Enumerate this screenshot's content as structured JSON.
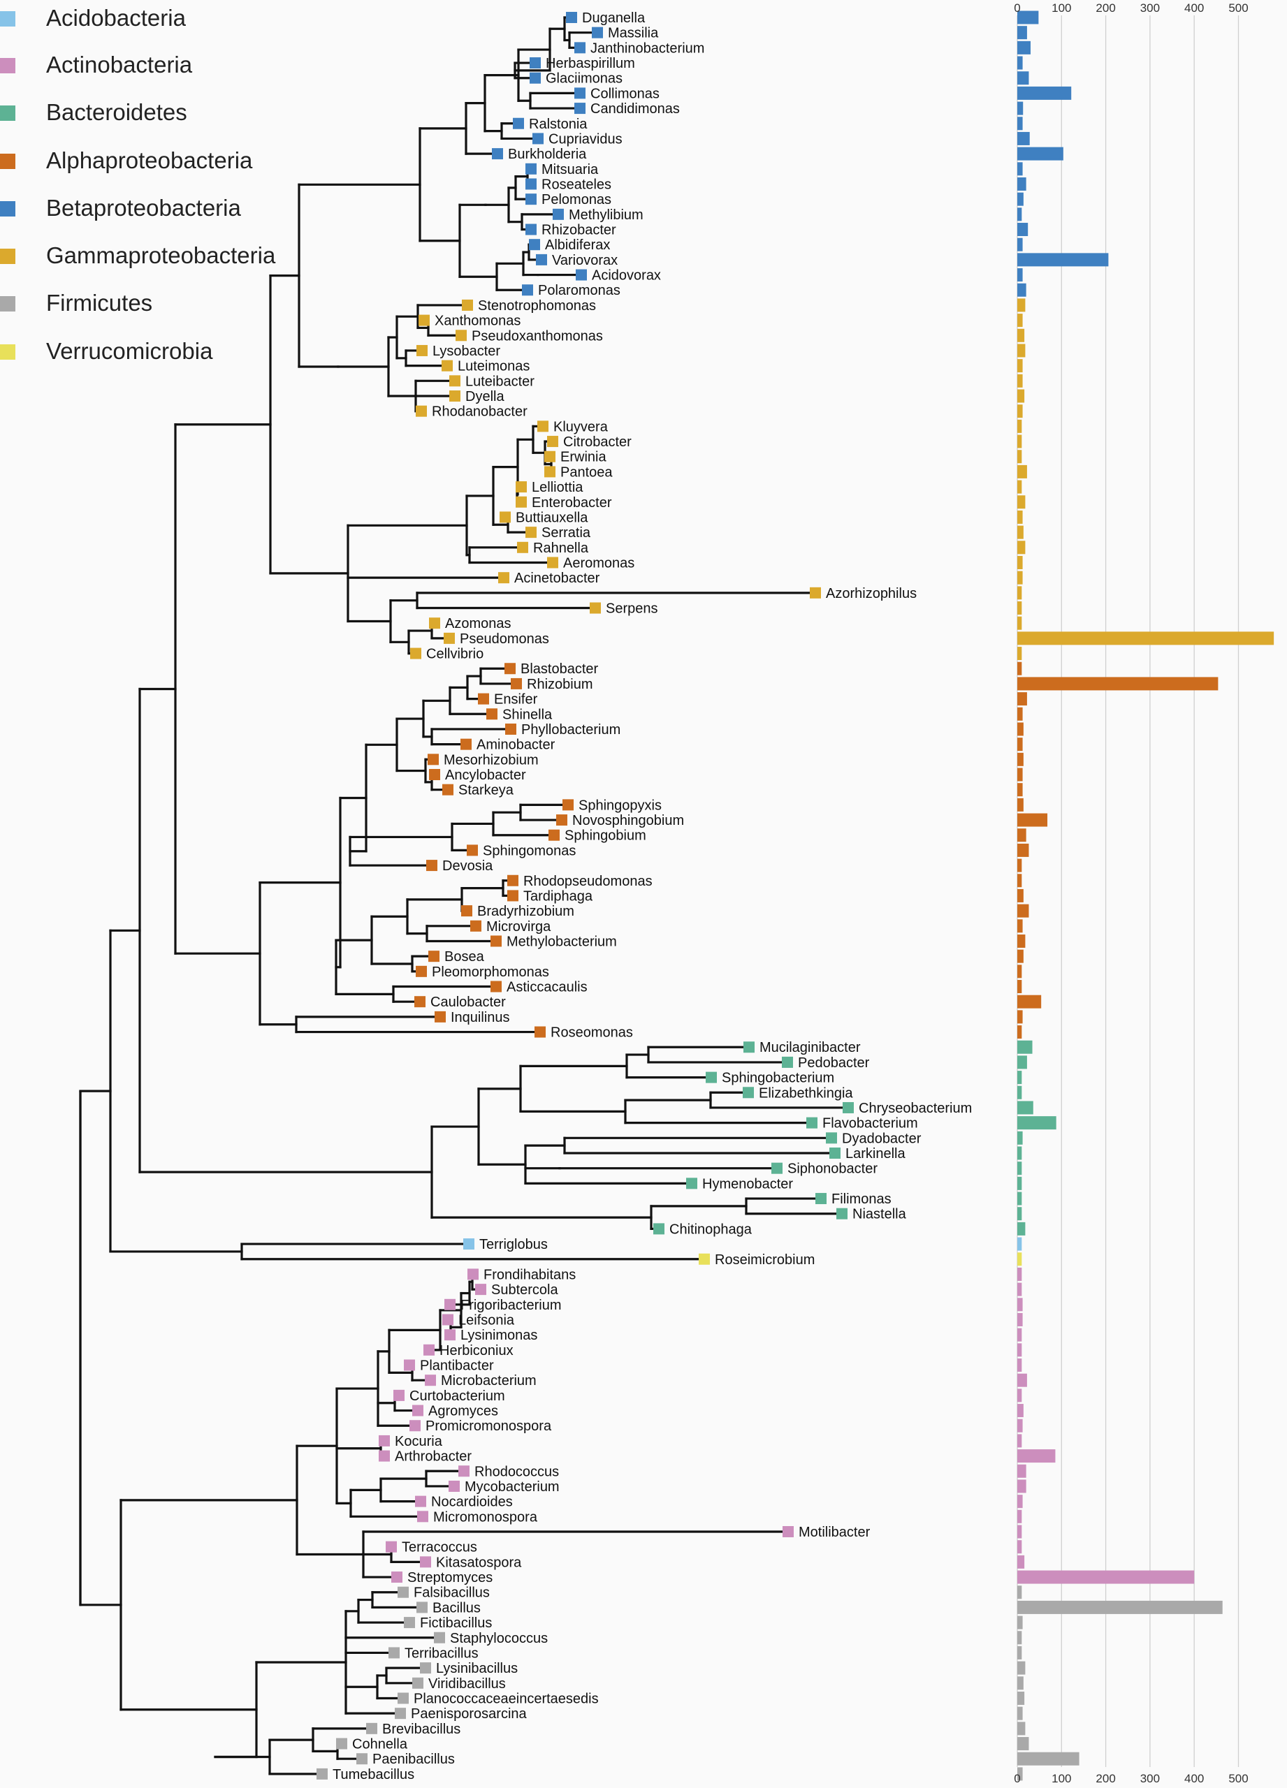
{
  "colors": {
    "Acidobacteria": "#86c3e8",
    "Actinobacteria": "#cc8ebd",
    "Bacteroidetes": "#5db294",
    "Alphaproteobacteria": "#cc6c1e",
    "Betaproteobacteria": "#3f80c1",
    "Gammaproteobacteria": "#dba92d",
    "Firmicutes": "#a9a9a9",
    "Verrucomicrobia": "#e8e05a"
  },
  "legend": [
    {
      "label": "Acidobacteria",
      "color": "#86c3e8"
    },
    {
      "label": "Actinobacteria",
      "color": "#cc8ebd"
    },
    {
      "label": "Bacteroidetes",
      "color": "#5db294"
    },
    {
      "label": "Alphaproteobacteria",
      "color": "#cc6c1e"
    },
    {
      "label": "Betaproteobacteria",
      "color": "#3f80c1"
    },
    {
      "label": "Gammaproteobacteria",
      "color": "#dba92d"
    },
    {
      "label": "Firmicutes",
      "color": "#a9a9a9"
    },
    {
      "label": "Verrucomicrobia",
      "color": "#e8e05a"
    }
  ],
  "chart_data": {
    "type": "bar",
    "orientation": "horizontal",
    "xlim": [
      0,
      580
    ],
    "xticks": [
      0,
      100,
      200,
      300,
      400,
      500
    ],
    "grid": true,
    "axis_positions": [
      "top",
      "bottom"
    ],
    "legend_placement": "top-left",
    "categories": [
      {
        "name": "Duganella",
        "group": "Betaproteobacteria",
        "value": 48
      },
      {
        "name": "Massilia",
        "group": "Betaproteobacteria",
        "value": 22
      },
      {
        "name": "Janthinobacterium",
        "group": "Betaproteobacteria",
        "value": 30
      },
      {
        "name": "Herbaspirillum",
        "group": "Betaproteobacteria",
        "value": 12
      },
      {
        "name": "Glaciimonas",
        "group": "Betaproteobacteria",
        "value": 26
      },
      {
        "name": "Collimonas",
        "group": "Betaproteobacteria",
        "value": 122
      },
      {
        "name": "Candidimonas",
        "group": "Betaproteobacteria",
        "value": 13
      },
      {
        "name": "Ralstonia",
        "group": "Betaproteobacteria",
        "value": 12
      },
      {
        "name": "Cupriavidus",
        "group": "Betaproteobacteria",
        "value": 28
      },
      {
        "name": "Burkholderia",
        "group": "Betaproteobacteria",
        "value": 104
      },
      {
        "name": "Mitsuaria",
        "group": "Betaproteobacteria",
        "value": 12
      },
      {
        "name": "Roseateles",
        "group": "Betaproteobacteria",
        "value": 20
      },
      {
        "name": "Pelomonas",
        "group": "Betaproteobacteria",
        "value": 14
      },
      {
        "name": "Methylibium",
        "group": "Betaproteobacteria",
        "value": 10
      },
      {
        "name": "Rhizobacter",
        "group": "Betaproteobacteria",
        "value": 24
      },
      {
        "name": "Albidiferax",
        "group": "Betaproteobacteria",
        "value": 12
      },
      {
        "name": "Variovorax",
        "group": "Betaproteobacteria",
        "value": 206
      },
      {
        "name": "Acidovorax",
        "group": "Betaproteobacteria",
        "value": 12
      },
      {
        "name": "Polaromonas",
        "group": "Betaproteobacteria",
        "value": 20
      },
      {
        "name": "Stenotrophomonas",
        "group": "Gammaproteobacteria",
        "value": 18
      },
      {
        "name": "Xanthomonas",
        "group": "Gammaproteobacteria",
        "value": 12
      },
      {
        "name": "Pseudoxanthomonas",
        "group": "Gammaproteobacteria",
        "value": 16
      },
      {
        "name": "Lysobacter",
        "group": "Gammaproteobacteria",
        "value": 18
      },
      {
        "name": "Luteimonas",
        "group": "Gammaproteobacteria",
        "value": 12
      },
      {
        "name": "Luteibacter",
        "group": "Gammaproteobacteria",
        "value": 12
      },
      {
        "name": "Dyella",
        "group": "Gammaproteobacteria",
        "value": 16
      },
      {
        "name": "Rhodanobacter",
        "group": "Gammaproteobacteria",
        "value": 12
      },
      {
        "name": "Kluyvera",
        "group": "Gammaproteobacteria",
        "value": 10
      },
      {
        "name": "Citrobacter",
        "group": "Gammaproteobacteria",
        "value": 10
      },
      {
        "name": "Erwinia",
        "group": "Gammaproteobacteria",
        "value": 10
      },
      {
        "name": "Pantoea",
        "group": "Gammaproteobacteria",
        "value": 22
      },
      {
        "name": "Lelliottia",
        "group": "Gammaproteobacteria",
        "value": 10
      },
      {
        "name": "Enterobacter",
        "group": "Gammaproteobacteria",
        "value": 18
      },
      {
        "name": "Buttiauxella",
        "group": "Gammaproteobacteria",
        "value": 12
      },
      {
        "name": "Serratia",
        "group": "Gammaproteobacteria",
        "value": 14
      },
      {
        "name": "Rahnella",
        "group": "Gammaproteobacteria",
        "value": 18
      },
      {
        "name": "Aeromonas",
        "group": "Gammaproteobacteria",
        "value": 12
      },
      {
        "name": "Acinetobacter",
        "group": "Gammaproteobacteria",
        "value": 12
      },
      {
        "name": "Azorhizophilus",
        "group": "Gammaproteobacteria",
        "value": 10
      },
      {
        "name": "Serpens",
        "group": "Gammaproteobacteria",
        "value": 10
      },
      {
        "name": "Azomonas",
        "group": "Gammaproteobacteria",
        "value": 10
      },
      {
        "name": "Pseudomonas",
        "group": "Gammaproteobacteria",
        "value": 580
      },
      {
        "name": "Cellvibrio",
        "group": "Gammaproteobacteria",
        "value": 10
      },
      {
        "name": "Blastobacter",
        "group": "Alphaproteobacteria",
        "value": 10
      },
      {
        "name": "Rhizobium",
        "group": "Alphaproteobacteria",
        "value": 454
      },
      {
        "name": "Ensifer",
        "group": "Alphaproteobacteria",
        "value": 22
      },
      {
        "name": "Shinella",
        "group": "Alphaproteobacteria",
        "value": 12
      },
      {
        "name": "Phyllobacterium",
        "group": "Alphaproteobacteria",
        "value": 14
      },
      {
        "name": "Aminobacter",
        "group": "Alphaproteobacteria",
        "value": 12
      },
      {
        "name": "Mesorhizobium",
        "group": "Alphaproteobacteria",
        "value": 14
      },
      {
        "name": "Ancylobacter",
        "group": "Alphaproteobacteria",
        "value": 12
      },
      {
        "name": "Starkeya",
        "group": "Alphaproteobacteria",
        "value": 12
      },
      {
        "name": "Sphingopyxis",
        "group": "Alphaproteobacteria",
        "value": 14
      },
      {
        "name": "Novosphingobium",
        "group": "Alphaproteobacteria",
        "value": 68
      },
      {
        "name": "Sphingobium",
        "group": "Alphaproteobacteria",
        "value": 20
      },
      {
        "name": "Sphingomonas",
        "group": "Alphaproteobacteria",
        "value": 26
      },
      {
        "name": "Devosia",
        "group": "Alphaproteobacteria",
        "value": 10
      },
      {
        "name": "Rhodopseudomonas",
        "group": "Alphaproteobacteria",
        "value": 10
      },
      {
        "name": "Tardiphaga",
        "group": "Alphaproteobacteria",
        "value": 14
      },
      {
        "name": "Bradyrhizobium",
        "group": "Alphaproteobacteria",
        "value": 26
      },
      {
        "name": "Microvirga",
        "group": "Alphaproteobacteria",
        "value": 12
      },
      {
        "name": "Methylobacterium",
        "group": "Alphaproteobacteria",
        "value": 18
      },
      {
        "name": "Bosea",
        "group": "Alphaproteobacteria",
        "value": 14
      },
      {
        "name": "Pleomorphomonas",
        "group": "Alphaproteobacteria",
        "value": 10
      },
      {
        "name": "Asticcacaulis",
        "group": "Alphaproteobacteria",
        "value": 10
      },
      {
        "name": "Caulobacter",
        "group": "Alphaproteobacteria",
        "value": 54
      },
      {
        "name": "Inquilinus",
        "group": "Alphaproteobacteria",
        "value": 12
      },
      {
        "name": "Roseomonas",
        "group": "Alphaproteobacteria",
        "value": 10
      },
      {
        "name": "Mucilaginibacter",
        "group": "Bacteroidetes",
        "value": 34
      },
      {
        "name": "Pedobacter",
        "group": "Bacteroidetes",
        "value": 22
      },
      {
        "name": "Sphingobacterium",
        "group": "Bacteroidetes",
        "value": 10
      },
      {
        "name": "Elizabethkingia",
        "group": "Bacteroidetes",
        "value": 10
      },
      {
        "name": "Chryseobacterium",
        "group": "Bacteroidetes",
        "value": 36
      },
      {
        "name": "Flavobacterium",
        "group": "Bacteroidetes",
        "value": 88
      },
      {
        "name": "Dyadobacter",
        "group": "Bacteroidetes",
        "value": 12
      },
      {
        "name": "Larkinella",
        "group": "Bacteroidetes",
        "value": 10
      },
      {
        "name": "Siphonobacter",
        "group": "Bacteroidetes",
        "value": 10
      },
      {
        "name": "Hymenobacter",
        "group": "Bacteroidetes",
        "value": 10
      },
      {
        "name": "Filimonas",
        "group": "Bacteroidetes",
        "value": 10
      },
      {
        "name": "Niastella",
        "group": "Bacteroidetes",
        "value": 10
      },
      {
        "name": "Chitinophaga",
        "group": "Bacteroidetes",
        "value": 18
      },
      {
        "name": "Terriglobus",
        "group": "Acidobacteria",
        "value": 10
      },
      {
        "name": "Roseimicrobium",
        "group": "Verrucomicrobia",
        "value": 10
      },
      {
        "name": "Frondihabitans",
        "group": "Actinobacteria",
        "value": 10
      },
      {
        "name": "Subtercola",
        "group": "Actinobacteria",
        "value": 10
      },
      {
        "name": "Frigoribacterium",
        "group": "Actinobacteria",
        "value": 12
      },
      {
        "name": "Leifsonia",
        "group": "Actinobacteria",
        "value": 12
      },
      {
        "name": "Lysinimonas",
        "group": "Actinobacteria",
        "value": 10
      },
      {
        "name": "Herbiconiux",
        "group": "Actinobacteria",
        "value": 10
      },
      {
        "name": "Plantibacter",
        "group": "Actinobacteria",
        "value": 10
      },
      {
        "name": "Microbacterium",
        "group": "Actinobacteria",
        "value": 22
      },
      {
        "name": "Curtobacterium",
        "group": "Actinobacteria",
        "value": 10
      },
      {
        "name": "Agromyces",
        "group": "Actinobacteria",
        "value": 14
      },
      {
        "name": "Promicromonospora",
        "group": "Actinobacteria",
        "value": 12
      },
      {
        "name": "Kocuria",
        "group": "Actinobacteria",
        "value": 10
      },
      {
        "name": "Arthrobacter",
        "group": "Actinobacteria",
        "value": 86
      },
      {
        "name": "Rhodococcus",
        "group": "Actinobacteria",
        "value": 20
      },
      {
        "name": "Mycobacterium",
        "group": "Actinobacteria",
        "value": 20
      },
      {
        "name": "Nocardioides",
        "group": "Actinobacteria",
        "value": 12
      },
      {
        "name": "Micromonospora",
        "group": "Actinobacteria",
        "value": 10
      },
      {
        "name": "Motilibacter",
        "group": "Actinobacteria",
        "value": 10
      },
      {
        "name": "Terracoccus",
        "group": "Actinobacteria",
        "value": 10
      },
      {
        "name": "Kitasatospora",
        "group": "Actinobacteria",
        "value": 16
      },
      {
        "name": "Streptomyces",
        "group": "Actinobacteria",
        "value": 400
      },
      {
        "name": "Falsibacillus",
        "group": "Firmicutes",
        "value": 10
      },
      {
        "name": "Bacillus",
        "group": "Firmicutes",
        "value": 464
      },
      {
        "name": "Fictibacillus",
        "group": "Firmicutes",
        "value": 12
      },
      {
        "name": "Staphylococcus",
        "group": "Firmicutes",
        "value": 10
      },
      {
        "name": "Terribacillus",
        "group": "Firmicutes",
        "value": 10
      },
      {
        "name": "Lysinibacillus",
        "group": "Firmicutes",
        "value": 18
      },
      {
        "name": "Viridibacillus",
        "group": "Firmicutes",
        "value": 14
      },
      {
        "name": "Planococcaceaeincertaesedis",
        "group": "Firmicutes",
        "value": 16
      },
      {
        "name": "Paenisporosarcina",
        "group": "Firmicutes",
        "value": 12
      },
      {
        "name": "Brevibacillus",
        "group": "Firmicutes",
        "value": 18
      },
      {
        "name": "Cohnella",
        "group": "Firmicutes",
        "value": 26
      },
      {
        "name": "Paenibacillus",
        "group": "Firmicutes",
        "value": 140
      },
      {
        "name": "Tumebacillus",
        "group": "Firmicutes",
        "value": 12
      }
    ]
  }
}
